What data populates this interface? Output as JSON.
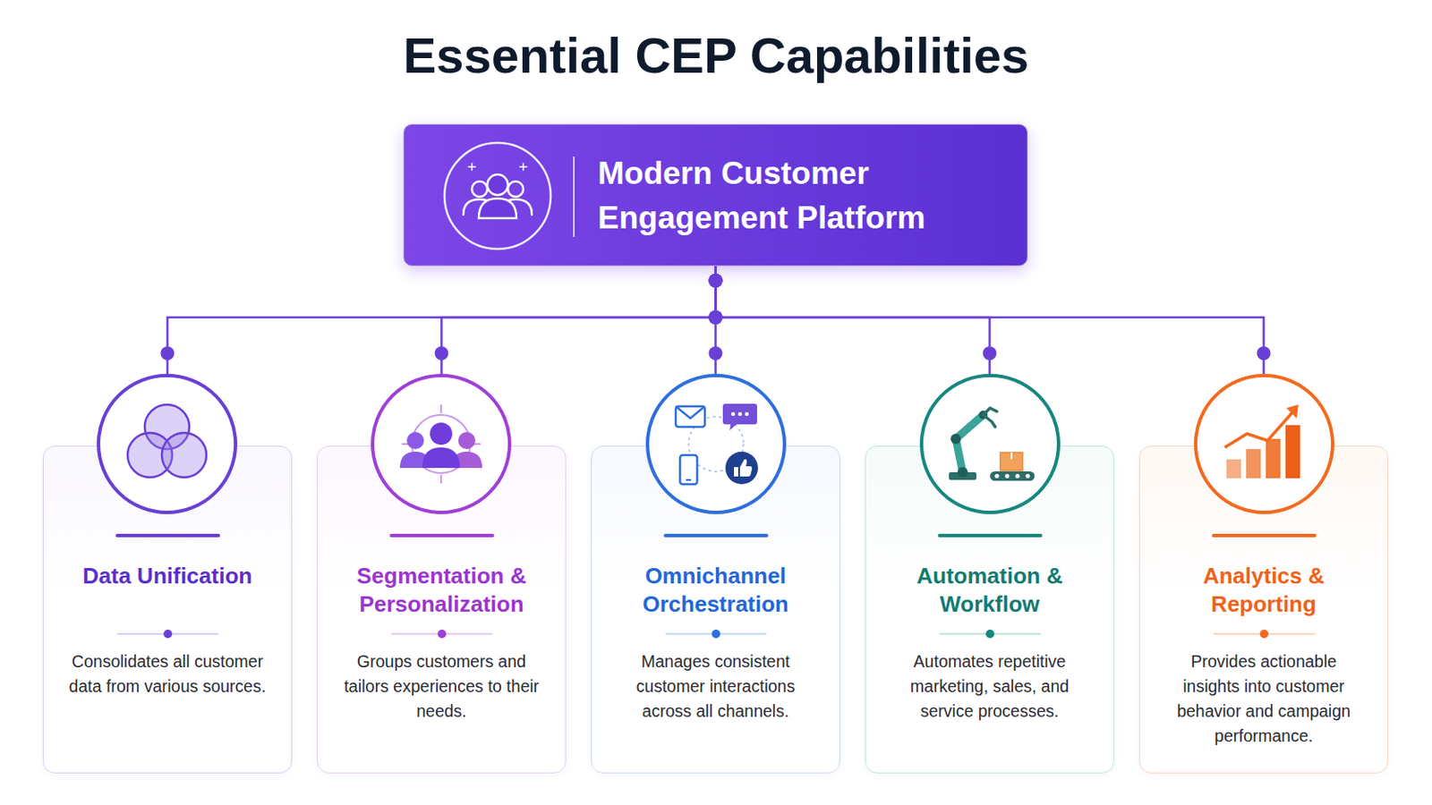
{
  "diagram": {
    "title": "Essential CEP Capabilities",
    "nodes": [
      {
        "text": [
          "Modern Customer Engagement Platform"
        ]
      },
      {
        "text": [
          "Data Unification",
          "Consolidates all customer data from various sources."
        ]
      },
      {
        "text": [
          "Segmentation & Personalization",
          "Groups customers and tailors experiences to their needs."
        ]
      },
      {
        "text": [
          "Omnichannel Orchestration",
          "Manages consistent customer interactions across all channels."
        ]
      },
      {
        "text": [
          "Automation & Workflow",
          "Automates repetitive marketing, sales, and service processes."
        ]
      },
      {
        "text": [
          "Analytics & Reporting",
          "Provides actionable insights into customer behavior and campaign performance."
        ]
      }
    ],
    "edges": [
      {
        "from": 0,
        "to": 1,
        "arrow": "none"
      },
      {
        "from": 0,
        "to": 2,
        "arrow": "none"
      },
      {
        "from": 0,
        "to": 3,
        "arrow": "none"
      },
      {
        "from": 0,
        "to": 4,
        "arrow": "none"
      },
      {
        "from": 0,
        "to": 5,
        "arrow": "none"
      }
    ]
  }
}
